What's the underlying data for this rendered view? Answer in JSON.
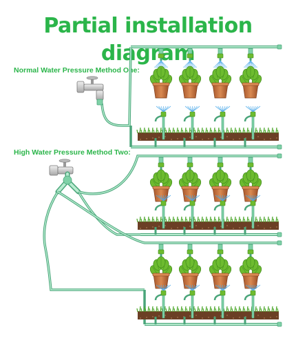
{
  "title": "Partial installation diagram",
  "methods": [
    {
      "label": "Normal Water Pressure Method One:"
    },
    {
      "label": "High Water Pressure Method Two:"
    }
  ],
  "colors": {
    "title": "#2bb54a",
    "pipe": "#7fd1a7",
    "pipe_edge": "#4aa57a",
    "leaf": "#6dbb2f",
    "leaf_dark": "#3f8a1c",
    "pot": "#c9743f",
    "soil": "#6b3f25",
    "grass": "#4fa82e",
    "spray": "#4aa8e8",
    "faucet": "#c8c8c8"
  },
  "icons": [
    "faucet-icon",
    "y-splitter-icon",
    "dripper-icon",
    "sprayer-icon",
    "potted-plant-icon",
    "ground-stake-icon"
  ]
}
